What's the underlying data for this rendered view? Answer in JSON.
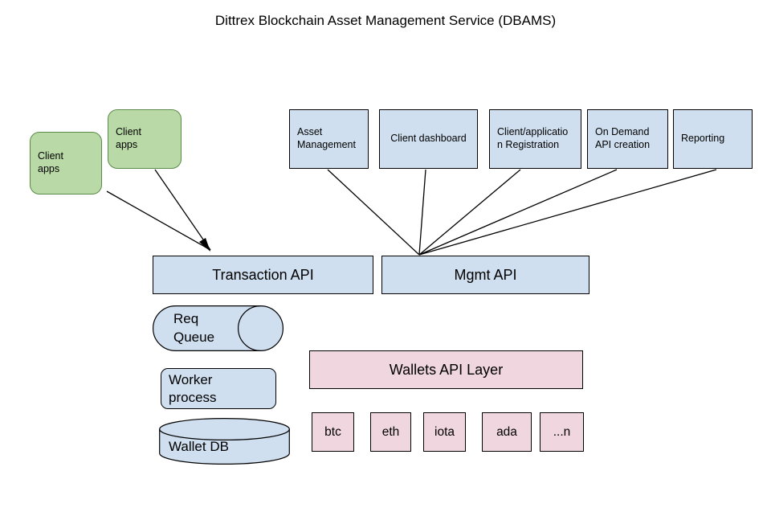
{
  "page": {
    "title": "Dittrex Blockchain Asset Management Service (DBAMS)",
    "background": "#ffffff"
  },
  "colors": {
    "blue_fill": "#cfdfef",
    "green_fill": "#b9d9a6",
    "green_stroke": "#5b8a48",
    "pink_fill": "#f0d6de",
    "stroke": "#000000"
  },
  "clients": {
    "items": [
      {
        "label": "Client\napps"
      },
      {
        "label": "Client\napps"
      }
    ]
  },
  "mgmt_features": {
    "items": [
      {
        "label": "Asset\nManagement"
      },
      {
        "label": "Client dashboard"
      },
      {
        "label": "Client/applicatio\nn Registration"
      },
      {
        "label": "On Demand\nAPI creation"
      },
      {
        "label": "Reporting"
      }
    ]
  },
  "apis": {
    "transaction": "Transaction API",
    "mgmt": "Mgmt API"
  },
  "pipeline": {
    "queue": "Req\nQueue",
    "worker": "Worker\nprocess",
    "database": "Wallet DB"
  },
  "wallets": {
    "layer": "Wallets API Layer",
    "coins": [
      {
        "label": "btc"
      },
      {
        "label": "eth"
      },
      {
        "label": "iota"
      },
      {
        "label": "ada"
      },
      {
        "label": "...n"
      }
    ]
  }
}
